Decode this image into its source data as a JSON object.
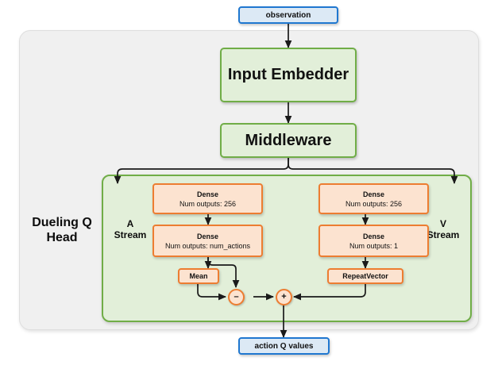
{
  "diagram": {
    "title": "Dueling Q Head network architecture",
    "io_nodes": [
      {
        "id": "observation",
        "label": "observation"
      },
      {
        "id": "action-q-values",
        "label": "action Q values"
      }
    ],
    "green_nodes": [
      {
        "id": "input-embedder",
        "label": "Input Embedder"
      },
      {
        "id": "middleware",
        "label": "Middleware"
      }
    ],
    "group_labels": [
      {
        "id": "dueling-q-head",
        "label": "Dueling Q\nHead"
      },
      {
        "id": "a-stream",
        "label": "A\nStream"
      },
      {
        "id": "v-stream",
        "label": "V\nStream"
      }
    ],
    "a_stream": {
      "name": "A Stream",
      "nodes": [
        {
          "id": "a-dense-1",
          "line1": "Dense",
          "line2": "Num outputs: 256"
        },
        {
          "id": "a-dense-2",
          "line1": "Dense",
          "line2": "Num outputs: num_actions"
        },
        {
          "id": "mean",
          "line1": "Mean",
          "line2": ""
        }
      ]
    },
    "v_stream": {
      "name": "V Stream",
      "nodes": [
        {
          "id": "v-dense-1",
          "line1": "Dense",
          "line2": "Num outputs: 256"
        },
        {
          "id": "v-dense-2",
          "line1": "Dense",
          "line2": "Num outputs: 1"
        },
        {
          "id": "repeat-vector",
          "line1": "RepeatVector",
          "line2": ""
        }
      ]
    },
    "operators": [
      {
        "id": "subtract",
        "symbol": "–"
      },
      {
        "id": "add",
        "symbol": "+"
      }
    ],
    "colors": {
      "io_fill": "#dce9f5",
      "io_border": "#1f77d0",
      "green_fill": "#e2efd9",
      "green_border": "#70ad47",
      "orange_fill": "#fce3d0",
      "orange_border": "#ed7d31",
      "container_fill": "#f0f0f0",
      "container_border": "#dedede",
      "edge": "#1a1a1a",
      "text": "#0d0d0d"
    }
  }
}
